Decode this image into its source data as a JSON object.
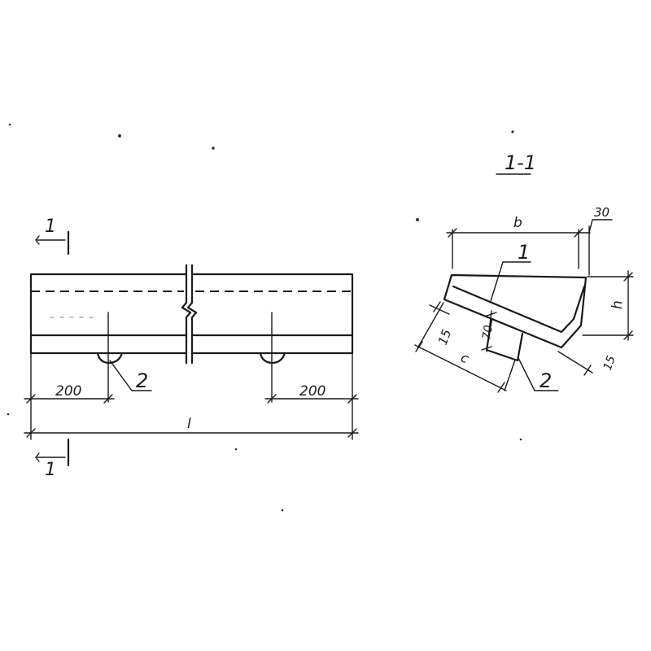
{
  "elevation": {
    "section_mark_top": "1",
    "section_mark_bottom": "1",
    "dim_left": "200",
    "dim_right": "200",
    "dim_length": "l",
    "callout_2": "2"
  },
  "section": {
    "title": "1-1",
    "dim_b": "b",
    "dim_30": "30",
    "dim_h": "h",
    "dim_15_left": "15",
    "dim_70": "70",
    "dim_c": "c",
    "dim_15_right": "15",
    "callout_1": "1",
    "callout_2": "2"
  }
}
